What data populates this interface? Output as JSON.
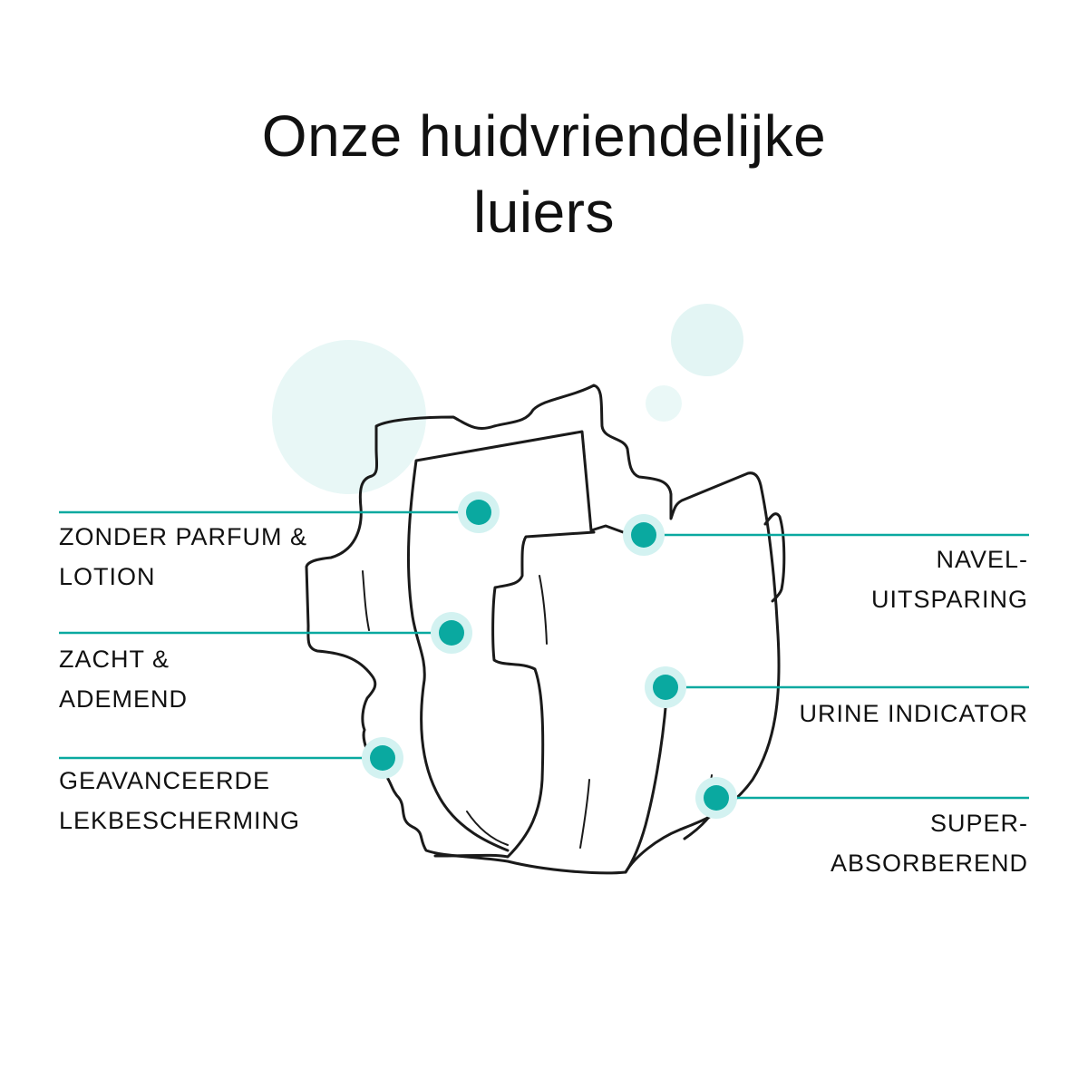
{
  "title": {
    "line1": "Onze huidvriendelijke",
    "line2": "luiers"
  },
  "colors": {
    "accent": "#0aa9a0",
    "halo": "#d3f2f1",
    "bubble": "#e8f7f6",
    "outline": "#1a1a1a"
  },
  "features_left": [
    {
      "line1": "ZONDER PARFUM &",
      "line2": "LOTION"
    },
    {
      "line1": "ZACHT &",
      "line2": "ADEMEND"
    },
    {
      "line1": "GEAVANCEERDE",
      "line2": "LEKBESCHERMING"
    }
  ],
  "features_right": [
    {
      "line1": "NAVEL-",
      "line2": "UITSPARING"
    },
    {
      "line1": "URINE INDICATOR"
    },
    {
      "line1": "SUPER-",
      "line2": "ABSORBEREND"
    }
  ]
}
